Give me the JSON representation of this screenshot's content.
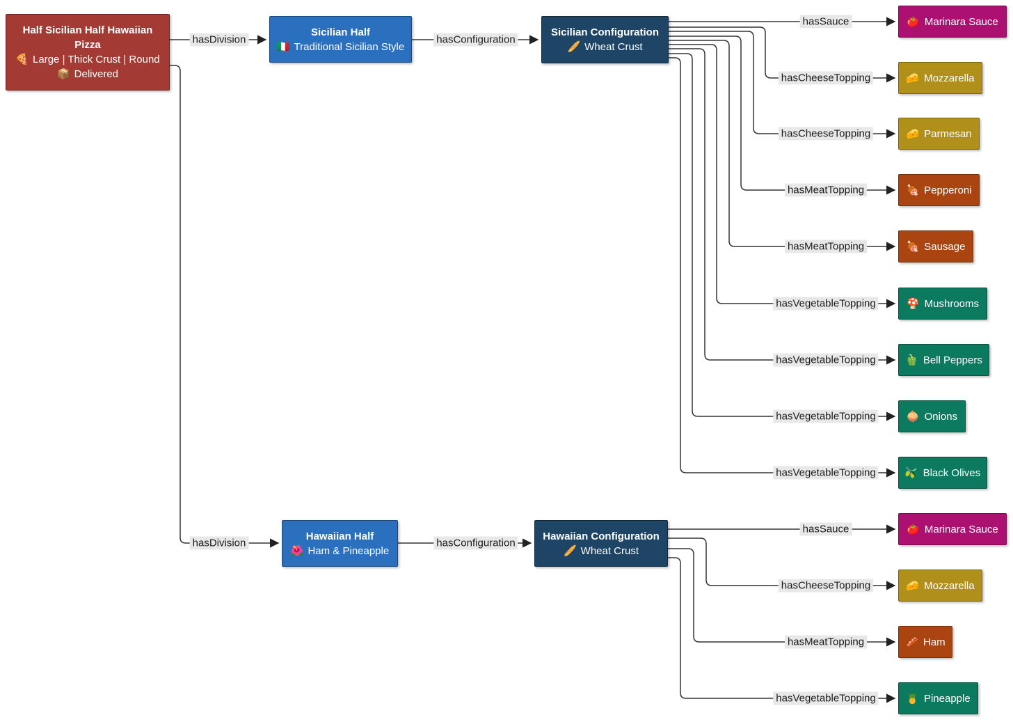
{
  "colors": {
    "pizza": "#A33A34",
    "half": "#2B70BE",
    "config": "#1E4565",
    "sauce": "#AC1071",
    "cheese": "#B08F1A",
    "meat": "#AA4411",
    "vegetable": "#0B7A5F",
    "edge_line": "#333333",
    "label_bg": "#E8E8E8"
  },
  "edge_labels": {
    "has_division": "hasDivision",
    "has_configuration": "hasConfiguration",
    "has_sauce": "hasSauce",
    "has_cheese_topping": "hasCheeseTopping",
    "has_meat_topping": "hasMeatTopping",
    "has_vegetable_topping": "hasVegetableTopping"
  },
  "nodes": {
    "pizza": {
      "title": "Half Sicilian Half Hawaiian Pizza",
      "spec_icon": "🍕",
      "spec": "Large | Thick Crust | Round",
      "status_icon": "📦",
      "status": "Delivered"
    },
    "sicilian_half": {
      "title": "Sicilian Half",
      "detail_icon": "🇮🇹",
      "detail": "Traditional Sicilian Style"
    },
    "sicilian_config": {
      "title": "Sicilian Configuration",
      "detail_icon": "🥖",
      "detail": "Wheat Crust"
    },
    "hawaiian_half": {
      "title": "Hawaiian Half",
      "detail_icon": "🌺",
      "detail": "Ham & Pineapple"
    },
    "hawaiian_config": {
      "title": "Hawaiian Configuration",
      "detail_icon": "🥖",
      "detail": "Wheat Crust"
    },
    "toppings": {
      "marinara_sicilian": {
        "icon": "🍅",
        "label": "Marinara Sauce"
      },
      "mozzarella_sicilian": {
        "icon": "🧀",
        "label": "Mozzarella"
      },
      "parmesan": {
        "icon": "🧀",
        "label": "Parmesan"
      },
      "pepperoni": {
        "icon": "🍖",
        "label": "Pepperoni"
      },
      "sausage": {
        "icon": "🍖",
        "label": "Sausage"
      },
      "mushrooms": {
        "icon": "🍄",
        "label": "Mushrooms"
      },
      "bell_peppers": {
        "icon": "🫑",
        "label": "Bell Peppers"
      },
      "onions": {
        "icon": "🧅",
        "label": "Onions"
      },
      "black_olives": {
        "icon": "🫒",
        "label": "Black Olives"
      },
      "marinara_hawaiian": {
        "icon": "🍅",
        "label": "Marinara Sauce"
      },
      "mozzarella_hawaiian": {
        "icon": "🧀",
        "label": "Mozzarella"
      },
      "ham": {
        "icon": "🥓",
        "label": "Ham"
      },
      "pineapple": {
        "icon": "🍍",
        "label": "Pineapple"
      }
    }
  }
}
